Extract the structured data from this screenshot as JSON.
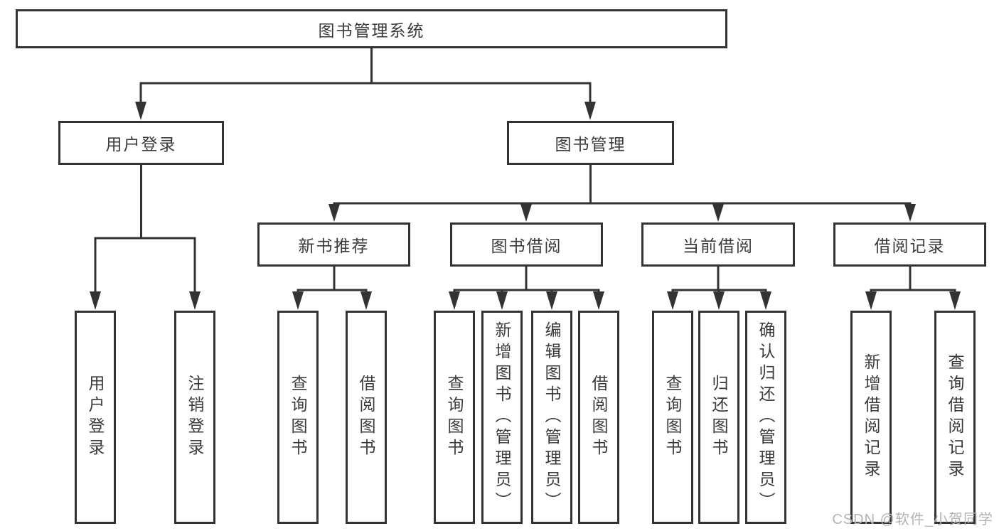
{
  "diagram_title": "图书管理系统",
  "root": {
    "label": "图书管理系统"
  },
  "branches": [
    {
      "label": "用户登录",
      "children": [
        {
          "label": "用户登录"
        },
        {
          "label": "注销登录"
        }
      ]
    },
    {
      "label": "图书管理",
      "children": [
        {
          "label": "新书推荐",
          "children": [
            {
              "label": "查询图书"
            },
            {
              "label": "借阅图书"
            }
          ]
        },
        {
          "label": "图书借阅",
          "children": [
            {
              "label": "查询图书"
            },
            {
              "label": "新增图书（管理员）"
            },
            {
              "label": "编辑图书（管理员）"
            },
            {
              "label": "借阅图书"
            }
          ]
        },
        {
          "label": "当前借阅",
          "children": [
            {
              "label": "查询图书"
            },
            {
              "label": "归还图书"
            },
            {
              "label": "确认归还（管理员）"
            }
          ]
        },
        {
          "label": "借阅记录",
          "children": [
            {
              "label": "新增借阅记录"
            },
            {
              "label": "查询借阅记录"
            }
          ]
        }
      ]
    }
  ],
  "watermark": {
    "text": "CSDN @软件_小贺同学"
  },
  "colors": {
    "line": "#333333",
    "box_border": "#333333",
    "box_fill": "#ffffff",
    "text": "#3a3a3a",
    "watermark": "#b3b3b3",
    "background": "#ffffff"
  }
}
